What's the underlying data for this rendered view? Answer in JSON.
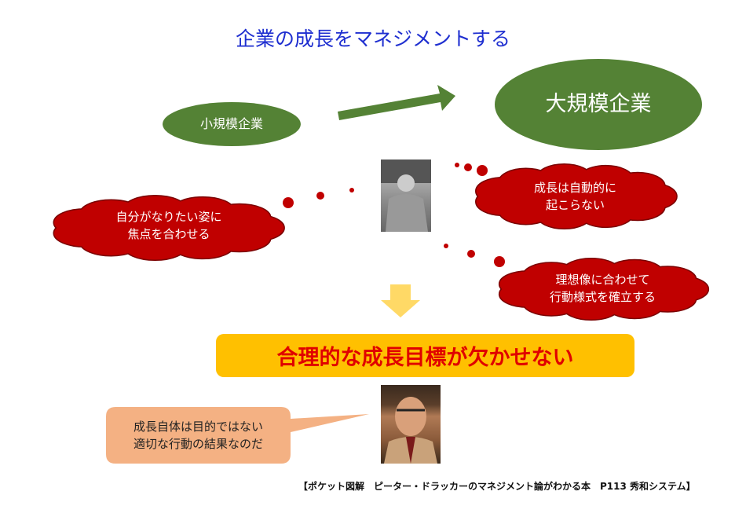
{
  "title": "企業の成長をマネジメントする",
  "small_company": "小規模企業",
  "large_company": "大規模企業",
  "clouds": {
    "left": [
      "自分がなりたい姿に",
      "焦点を合わせる"
    ],
    "right_top": [
      "成長は自動的に",
      "起こらない"
    ],
    "right_bottom": [
      "理想像に合わせて",
      "行動様式を確立する"
    ]
  },
  "banner": "合理的な成長目標が欠かせない",
  "callout": [
    "成長自体は目的ではない",
    "適切な行動の結果なのだ"
  ],
  "citation": "【ポケット図解　ピーター・ドラッカーのマネジメント論がわかる本　P113 秀和システム】",
  "colors": {
    "green": "#548235",
    "cloud_red": "#c00000",
    "banner_yellow": "#ffc000",
    "arrow_yellow": "#ffd966",
    "callout_orange": "#f4b183",
    "title_blue": "#1f2fd0"
  }
}
